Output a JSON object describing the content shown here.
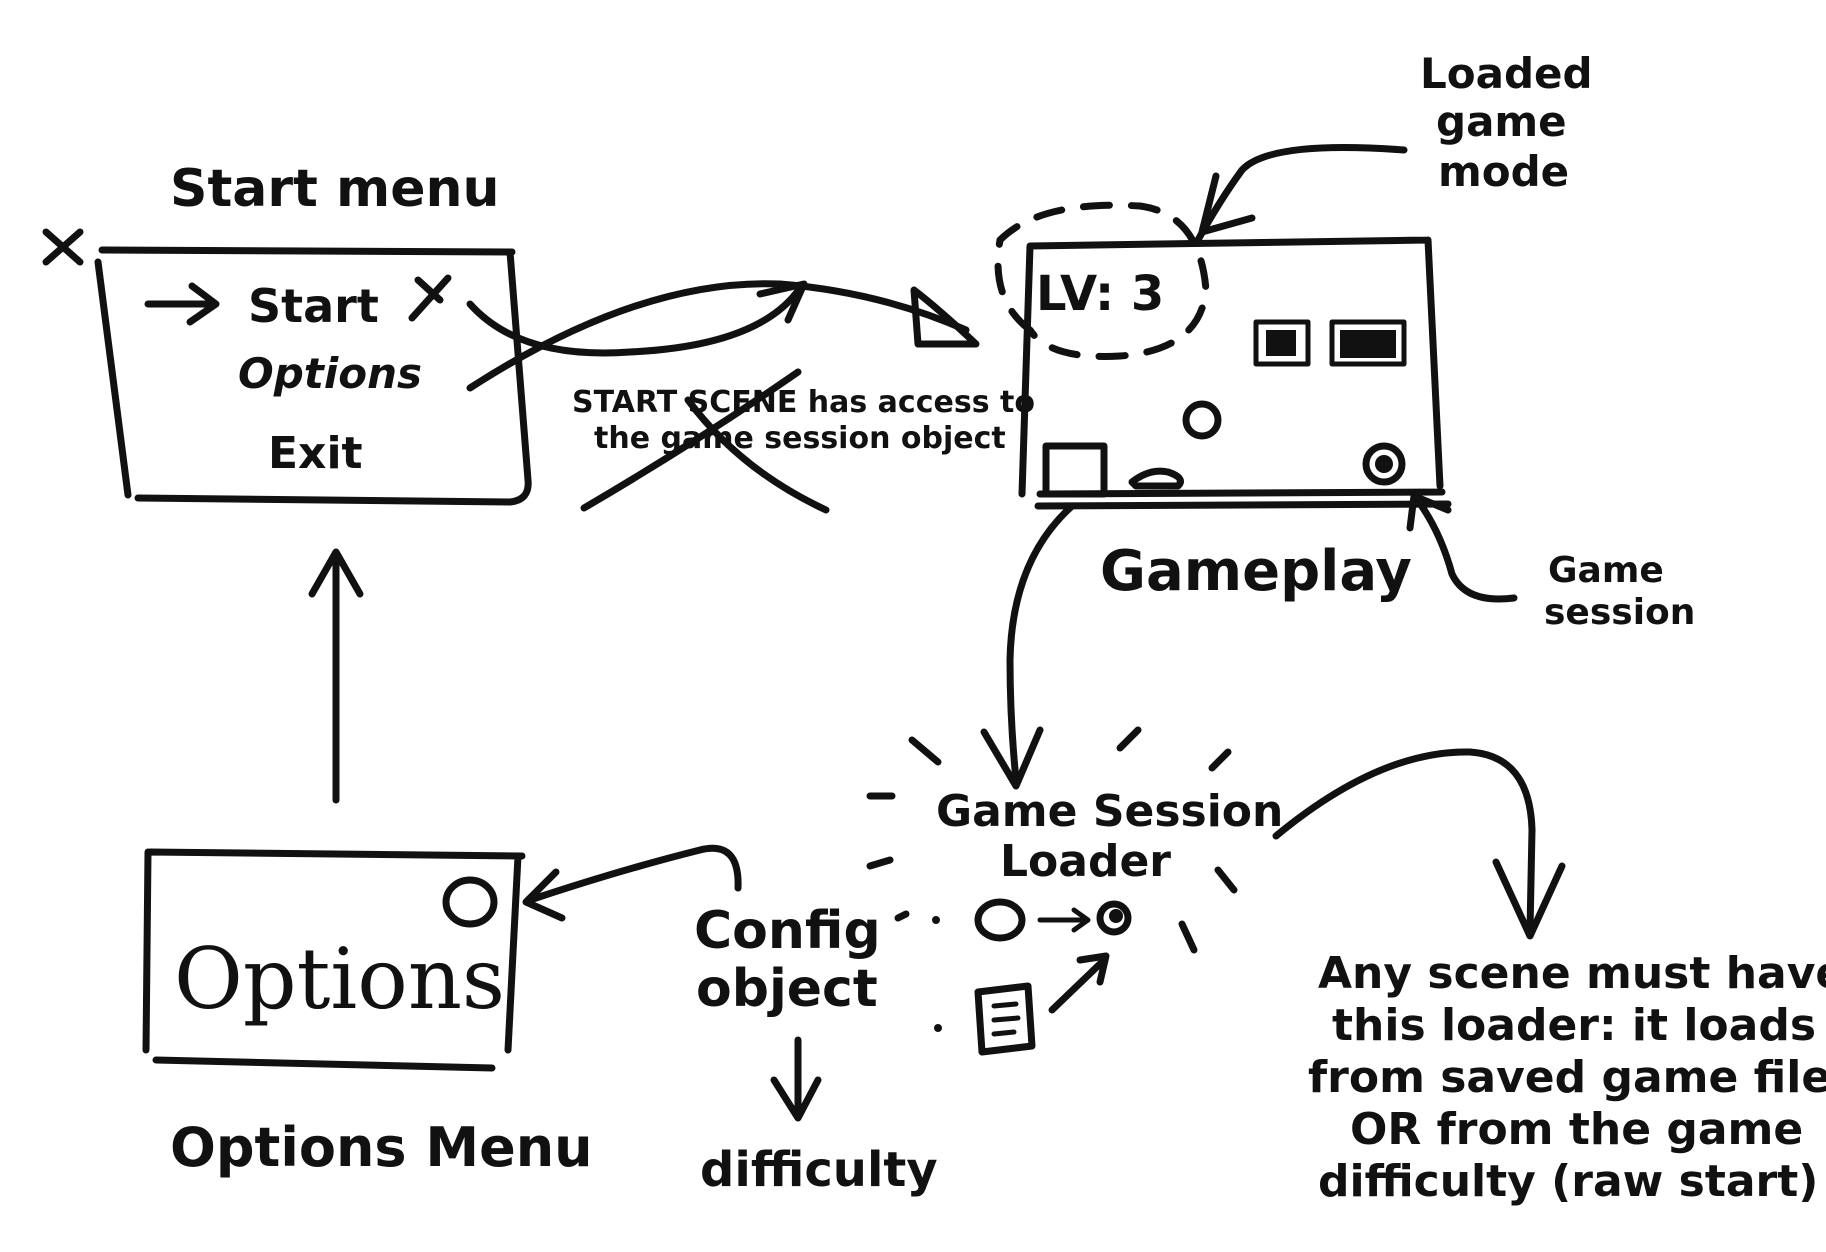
{
  "start_menu": {
    "title": "Start menu",
    "items": [
      "Start",
      "Options",
      "Exit"
    ]
  },
  "crossed_note": {
    "line1": "START SCENE has access to",
    "line2": "the game session object"
  },
  "gameplay": {
    "title": "Gameplay",
    "level": "LV: 3",
    "loaded_mode_label": [
      "Loaded",
      "game",
      "mode"
    ],
    "session_label": [
      "Game",
      "session"
    ]
  },
  "loader": {
    "title_line1": "Game Session",
    "title_line2": "Loader"
  },
  "config": {
    "line1": "Config",
    "line2": "object",
    "difficulty": "difficulty"
  },
  "options_menu": {
    "inner_text": "Options",
    "title": "Options Menu"
  },
  "note": {
    "lines": [
      "Any scene must have",
      "this loader: it loads",
      "from saved game files",
      "OR from the game",
      "difficulty (raw start)"
    ]
  },
  "colors": {
    "ink": "#111111",
    "background": "#ffffff"
  }
}
